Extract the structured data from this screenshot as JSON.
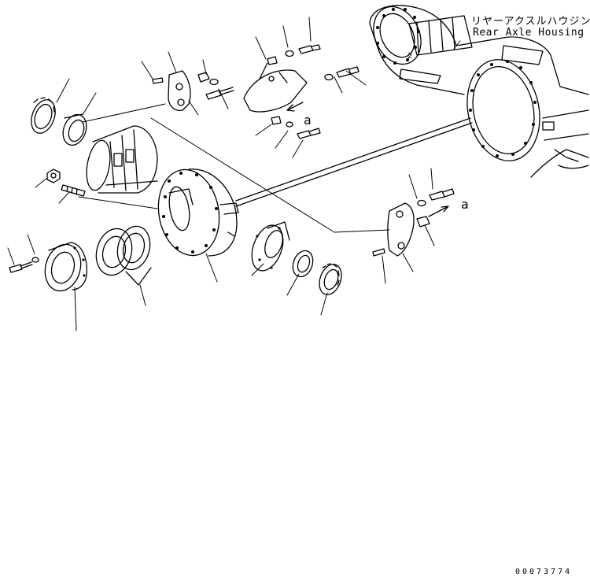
{
  "housing_label_jp": "リヤーアクスルハウジング",
  "housing_label_en": "Rear Axle Housing",
  "ref_mark_a": "a",
  "drawing_number": "00073774"
}
